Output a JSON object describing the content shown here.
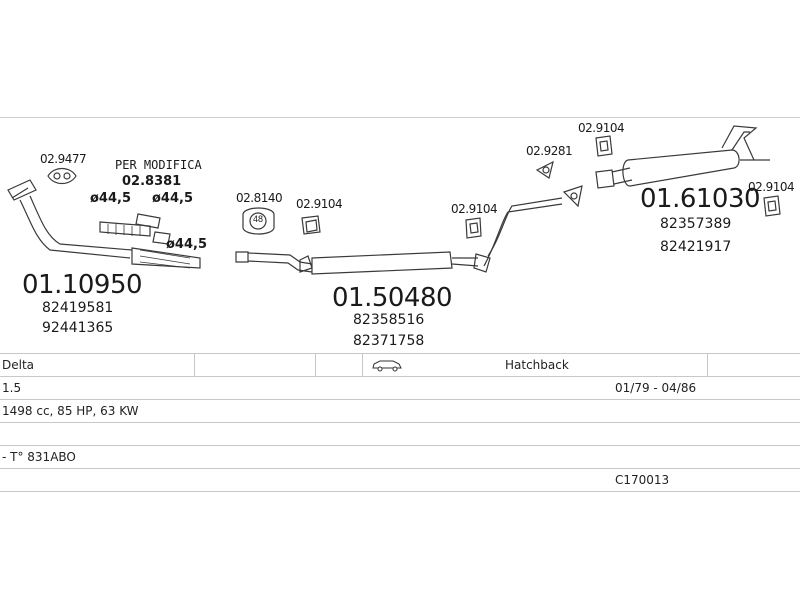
{
  "parts": {
    "p1": {
      "code": "01.10950",
      "oem": [
        "82419581",
        "92441365"
      ]
    },
    "p2": {
      "code": "01.50480",
      "oem": [
        "82358516",
        "82371758"
      ]
    },
    "p3": {
      "code": "01.61030",
      "oem": [
        "82357389",
        "82421917"
      ]
    },
    "small": {
      "s1": "02.9477",
      "s2": "02.8140",
      "s3": "02.9104",
      "s4": "02.9104",
      "s5": "02.9281",
      "s6": "02.9104",
      "s7": "02.9104"
    },
    "modifica": {
      "title": "PER MODIFICA",
      "code": "02.8381"
    },
    "diameters": {
      "d1": "ø44,5",
      "d2": "ø44,5",
      "d3": "ø44,5"
    },
    "clamp_size": "48"
  },
  "info": {
    "model": "Delta",
    "body": "Hatchback",
    "engine": "1.5",
    "period": "01/79 - 04/86",
    "spec": "1498 cc, 85 HP, 63 KW",
    "code_note": "- T° 831ABO",
    "ref": "C170013"
  },
  "colors": {
    "line": "#3a3a3a",
    "grid": "#c8c8c8"
  }
}
